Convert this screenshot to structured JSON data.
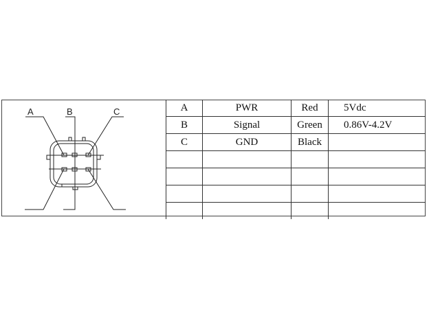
{
  "connector": {
    "labels": [
      "A",
      "B",
      "C"
    ]
  },
  "pinout": {
    "rows": [
      {
        "pin": "A",
        "function": "PWR",
        "wire": "Red",
        "spec": "5Vdc"
      },
      {
        "pin": "B",
        "function": "Signal",
        "wire": "Green",
        "spec": "0.86V-4.2V"
      },
      {
        "pin": "C",
        "function": "GND",
        "wire": "Black",
        "spec": ""
      },
      {
        "pin": "",
        "function": "",
        "wire": "",
        "spec": ""
      },
      {
        "pin": "",
        "function": "",
        "wire": "",
        "spec": ""
      },
      {
        "pin": "",
        "function": "",
        "wire": "",
        "spec": ""
      },
      {
        "pin": "",
        "function": "",
        "wire": "",
        "spec": ""
      }
    ]
  }
}
